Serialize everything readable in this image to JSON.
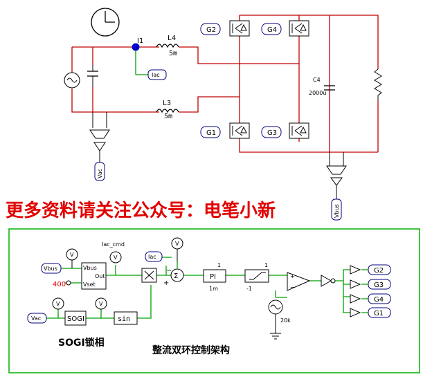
{
  "power_circuit": {
    "current_sensor": "I1",
    "inductor_top": {
      "name": "L4",
      "value": "5m"
    },
    "inductor_bottom": {
      "name": "L3",
      "value": "5m"
    },
    "capacitor": {
      "name": "C4",
      "value": "2000u"
    },
    "gate_labels": [
      "G2",
      "G4",
      "G1",
      "G3"
    ],
    "iac_tag": "Iac",
    "vac_tag": "Vac",
    "vbus_tag": "Vbus"
  },
  "banner": "更多资料请关注公众号：电笔小新",
  "control_circuit": {
    "vbus_in": "Vbus",
    "vset_value": "400",
    "vac_in": "Vac",
    "iac_in": "Iac",
    "pll_block": {
      "port_vbus": "Vbus",
      "port_out": "Out",
      "port_vset": "Vset"
    },
    "iac_cmd_label": "Iac_cmd",
    "pi_block": {
      "label": "PI",
      "gain": "1",
      "time": "1m"
    },
    "limiter": {
      "upper": "1",
      "lower": "-1"
    },
    "carrier_freq": "20k",
    "sogi_label": "SOGI",
    "sin_label": "sin",
    "gate_outputs": [
      "G2",
      "G3",
      "G4",
      "G1"
    ],
    "caption_sogi": "SOGI锁相",
    "caption_main": "整流双环控制架构",
    "meter_symbol": "V"
  },
  "colors": {
    "power_wire": "#c00000",
    "control_wire": "#00a000",
    "banner": "#e00000",
    "frame": "#00b000"
  }
}
